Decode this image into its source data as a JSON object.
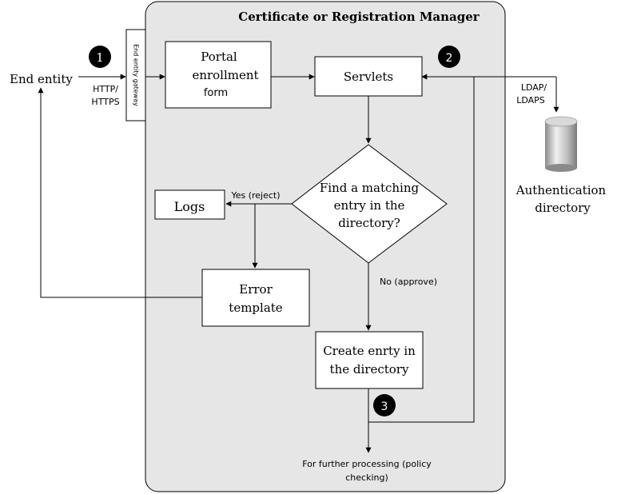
{
  "title": "Certificate or Registration Manager",
  "end_entity": "End entity",
  "http_label": [
    "HTTP/",
    "HTTPS"
  ],
  "gateway_label": "End entity gateway",
  "portal": [
    "Portal",
    "enrollment",
    "form"
  ],
  "servlets": "Servlets",
  "ldap_label": [
    "LDAP/",
    "LDAPS"
  ],
  "auth_directory": [
    "Authentication",
    "directory"
  ],
  "decision": [
    "Find a matching",
    "entry in the",
    "directory?"
  ],
  "yes_label": "Yes (reject)",
  "no_label": "No (approve)",
  "logs": "Logs",
  "error_template": [
    "Error",
    "template"
  ],
  "create_entry": [
    "Create enrty in",
    "the directory"
  ],
  "further_processing": [
    "For further processing (policy",
    "checking)"
  ],
  "steps": [
    "1",
    "2",
    "3"
  ],
  "colors": {
    "panel": "#e6e6e6",
    "box": "#ffffff",
    "line": "#000000",
    "step": "#000000",
    "step_text": "#ffffff"
  }
}
